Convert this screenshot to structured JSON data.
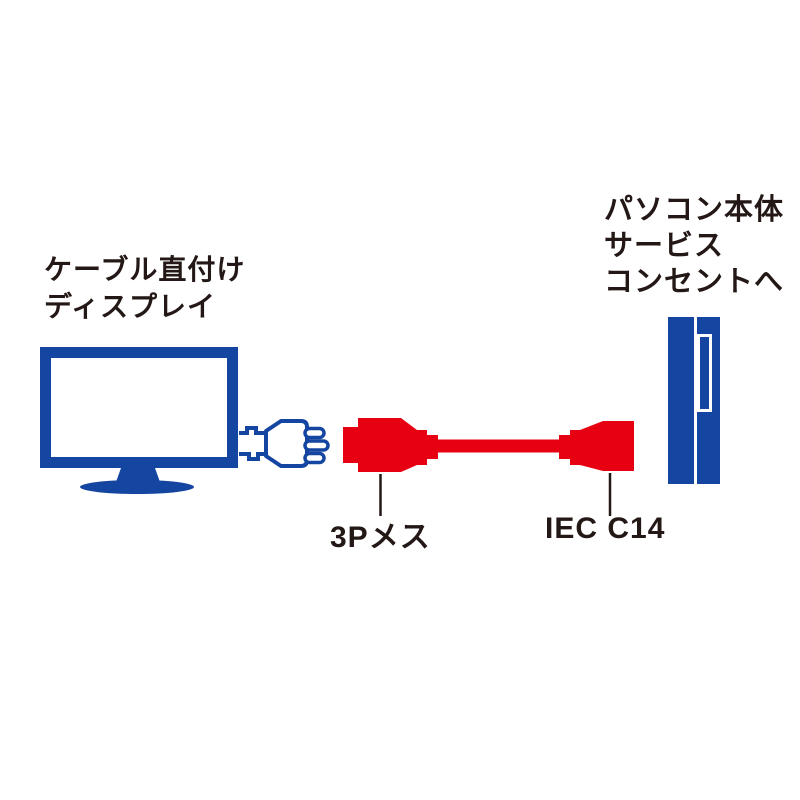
{
  "colors": {
    "blue": "#1445a0",
    "red": "#e60012",
    "text": "#231815",
    "background": "#ffffff"
  },
  "labels": {
    "display": {
      "line1": "ケーブル直付け",
      "line2": "ディスプレイ"
    },
    "pc": {
      "line1": "パソコン本体",
      "line2": "サービス",
      "line3": "コンセントへ"
    },
    "connector_left": "3Pメス",
    "connector_right": "IEC C14"
  },
  "icons": {
    "monitor": "monitor-with-attached-cable-icon",
    "plug": "3-prong-power-plug-icon",
    "adapter": "red-adapter-cable-icon",
    "tower": "pc-tower-icon"
  }
}
